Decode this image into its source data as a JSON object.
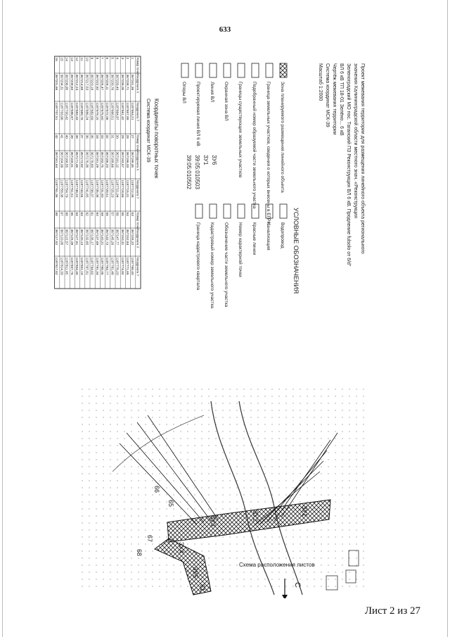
{
  "page": {
    "number": "633",
    "sheet": "Лист 2 из 27"
  },
  "header": {
    "lines": [
      "Проект межевания территории для размещения линейного объекта регионального",
      "значения Калининградской области местного знач. «Реконструкция",
      "Зеленоградский МО пос. Таганский ПЗ Реконструкция ВЛ 6 кВ. Продление fulsolo от 6/d\"",
      "ВЛ 6 кВ ТП 18-01 Зелёно... 6 кВ",
      "Чертёж межевания территории",
      "Система координат МСК-39",
      "Масштаб 1:2000"
    ]
  },
  "legend": {
    "title": "УСЛОВНЫЕ ОБОЗНАЧЕНИЯ",
    "items": [
      "Зона планируемого размещения линейного объекта",
      "Граница земельных участков, сведения о которых внесены в ЕГРН",
      "Подобранный номер образуемой части земельного участка",
      "Границы существующих земельных участков",
      "Охранная зона ВЛ",
      "Линия ВЛ",
      "Проектируемая линия ВЛ 6 кВ",
      "Опоры ВЛ",
      "Водопровод",
      "Канализация",
      "Красные линии",
      "Номер характерной точки",
      "Обозначение части земельного участка",
      "Кадастровый номер земельного участка",
      "Граница кадастрового квартала"
    ],
    "sample_codes": [
      "ЗУ6",
      "ЗУ1",
      "39:05:010503",
      "39:05:010502"
    ]
  },
  "map": {
    "scheme_label": "Схема расположения листов",
    "north": "С",
    "labels": [
      "ЗУ1",
      "ЗУ2",
      "ЗУ3",
      "ЗУ4",
      "ЗУ5",
      "61",
      "65",
      "66",
      "67",
      "68"
    ]
  },
  "coords": {
    "title": "Координаты поворотных точек",
    "subtitle": "Система координат МСК-39",
    "headers": [
      "Номер точки",
      "Координата X",
      "Координата Y",
      "Номер точки",
      "Координата X",
      "Координата Y",
      "Номер точки",
      "Координата X",
      "Координата Y"
    ],
    "rows": [
      [
        "1",
        "367241,36",
        "1187654,21",
        "27",
        "367198,45",
        "1187712,08",
        "53",
        "367155,22",
        "1187768,40"
      ],
      [
        "2",
        "367238,71",
        "1187657,88",
        "28",
        "367196,03",
        "1187715,31",
        "54",
        "367152,84",
        "1187771,65"
      ],
      [
        "3",
        "367236,05",
        "1187661,42",
        "29",
        "367193,57",
        "1187718,66",
        "55",
        "367150,31",
        "1187774,92"
      ],
      [
        "4",
        "367233,40",
        "1187664,97",
        "30",
        "367191,12",
        "1187721,94",
        "56",
        "367147,77",
        "1187778,20"
      ],
      [
        "5",
        "367230,76",
        "1187668,51",
        "31",
        "367188,66",
        "1187725,23",
        "57",
        "367145,26",
        "1187781,48"
      ],
      [
        "6",
        "367228,11",
        "1187672,06",
        "32",
        "367186,20",
        "1187728,51",
        "58",
        "367142,73",
        "1187784,77"
      ],
      [
        "7",
        "367225,47",
        "1187675,60",
        "33",
        "367183,75",
        "1187731,80",
        "59",
        "367140,21",
        "1187788,05"
      ],
      [
        "8",
        "367222,82",
        "1187679,15",
        "34",
        "367181,29",
        "1187735,08",
        "60",
        "367137,69",
        "1187791,34"
      ],
      [
        "9",
        "367220,18",
        "1187682,69",
        "35",
        "367178,83",
        "1187738,37",
        "61",
        "367135,17",
        "1187794,62"
      ],
      [
        "10",
        "367217,53",
        "1187686,24",
        "36",
        "367176,38",
        "1187741,65",
        "62",
        "367132,65",
        "1187797,91"
      ],
      [
        "11",
        "367214,89",
        "1187689,78",
        "37",
        "367173,92",
        "1187744,94",
        "63",
        "367130,13",
        "1187801,19"
      ],
      [
        "12",
        "367212,24",
        "1187693,33",
        "38",
        "367171,46",
        "1187748,22",
        "64",
        "367127,61",
        "1187804,48"
      ],
      [
        "13",
        "367209,60",
        "1187696,87",
        "39",
        "367169,01",
        "1187751,51",
        "65",
        "367125,09",
        "1187807,76"
      ],
      [
        "14",
        "367206,95",
        "1187700,42",
        "40",
        "367166,55",
        "1187754,79",
        "66",
        "367122,57",
        "1187811,05"
      ],
      [
        "15",
        "367204,31",
        "1187703,96",
        "41",
        "367164,09",
        "1187758,08",
        "67",
        "367120,05",
        "1187814,33"
      ],
      [
        "16",
        "367201,66",
        "1187707,51",
        "42",
        "367161,64",
        "1187761,36",
        "68",
        "367117,53",
        "1187817,62"
      ]
    ]
  }
}
